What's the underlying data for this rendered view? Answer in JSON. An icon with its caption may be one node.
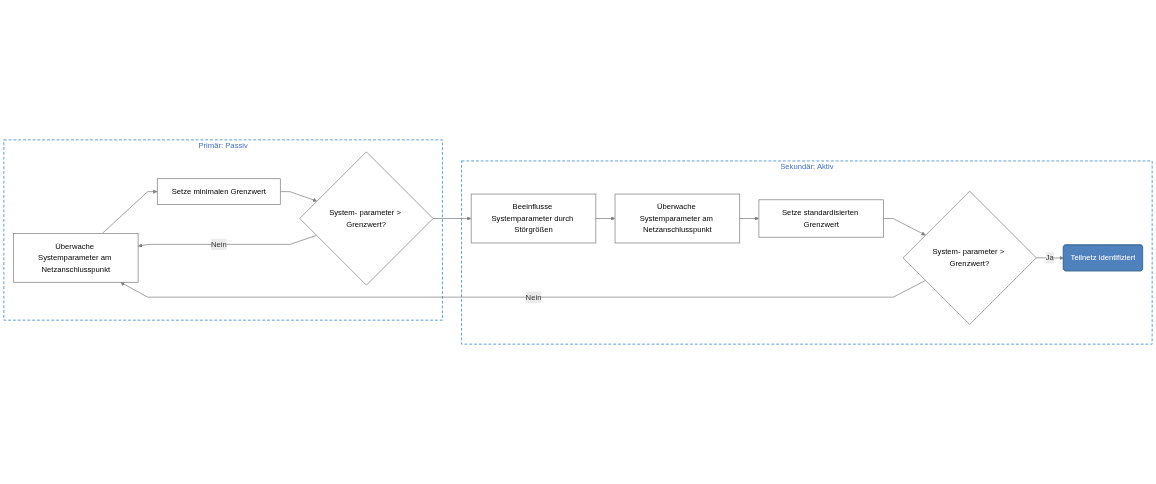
{
  "diagram": {
    "nodes": [
      {
        "text": [
          "Primär: Passiv"
        ]
      },
      {
        "text": [
          "Überwache Systemparameter am Netzanschlusspunkt"
        ],
        "in": 0
      },
      {
        "text": [
          "Setze minimalen Grenzwert"
        ],
        "in": 0
      },
      {
        "text": [
          "System- parameter > Grenzwert?"
        ],
        "in": 0
      },
      {
        "text": [
          "Sekundär: Aktiv"
        ]
      },
      {
        "text": [
          "Beeinflusse Systemparameter durch Störgrößen"
        ],
        "in": 4
      },
      {
        "text": [
          "Überwache Systemparameter am Netzanschlusspunkt"
        ],
        "in": 4
      },
      {
        "text": [
          "Setze standardisierten Grenzwert"
        ],
        "in": 4
      },
      {
        "text": [
          "System- parameter > Grenzwert?"
        ],
        "in": 4
      },
      {
        "text": [
          "Teilnetz identifiziert"
        ],
        "in": 4
      }
    ],
    "edges": [
      {
        "from": 1,
        "to": 2,
        "arrow": "to"
      },
      {
        "from": 2,
        "to": 3,
        "arrow": "to"
      },
      {
        "from": 3,
        "to": 1,
        "label": "Nein",
        "arrow": "to"
      },
      {
        "from": 3,
        "to": 5,
        "arrow": "to"
      },
      {
        "from": 5,
        "to": 6,
        "arrow": "to"
      },
      {
        "from": 6,
        "to": 7,
        "arrow": "to"
      },
      {
        "from": 7,
        "to": 8,
        "arrow": "to"
      },
      {
        "from": 8,
        "to": 1,
        "label": "Nein",
        "arrow": "to"
      },
      {
        "from": 8,
        "to": 9,
        "label": "Ja",
        "arrow": "to"
      }
    ]
  }
}
